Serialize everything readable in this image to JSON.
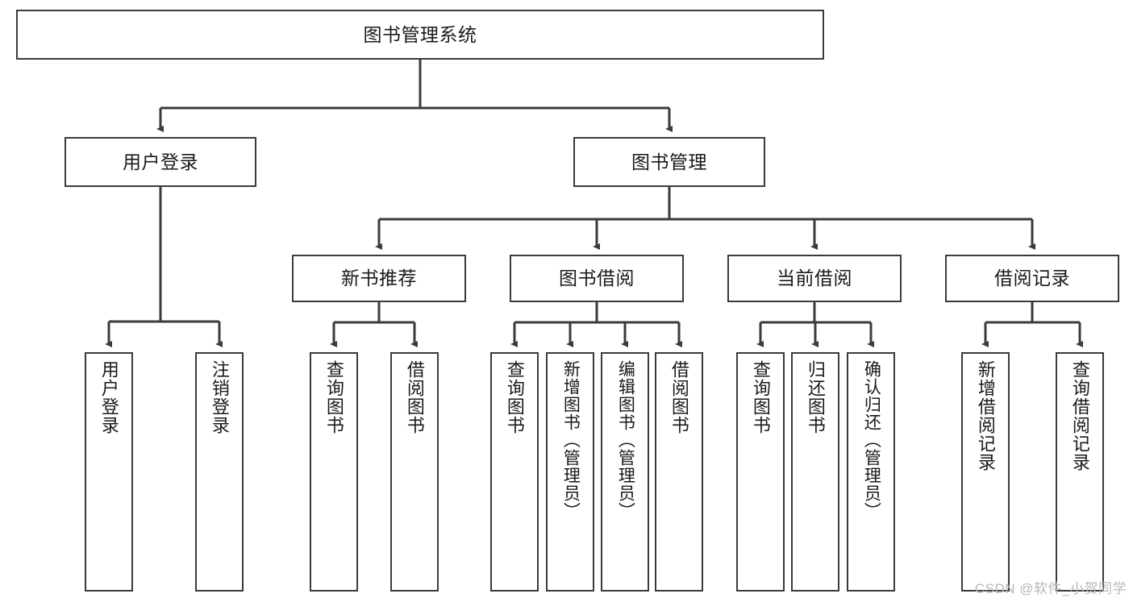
{
  "diagram": {
    "title": "图书管理系统",
    "type": "tree-hierarchy",
    "root": {
      "label": "图书管理系统"
    },
    "level2": [
      {
        "label": "用户登录"
      },
      {
        "label": "图书管理"
      }
    ],
    "level3": [
      {
        "label": "新书推荐"
      },
      {
        "label": "图书借阅"
      },
      {
        "label": "当前借阅"
      },
      {
        "label": "借阅记录"
      }
    ],
    "leaves": {
      "user_login": [
        {
          "label": "用户登录"
        },
        {
          "label": "注销登录"
        }
      ],
      "new_book_recommend": [
        {
          "label": "查询图书"
        },
        {
          "label": "借阅图书"
        }
      ],
      "book_borrow": [
        {
          "label": "查询图书"
        },
        {
          "label": "新增图书（管理员）"
        },
        {
          "label": "编辑图书（管理员）"
        },
        {
          "label": "借阅图书"
        }
      ],
      "current_borrow": [
        {
          "label": "查询图书"
        },
        {
          "label": "归还图书"
        },
        {
          "label": "确认归还（管理员）"
        }
      ],
      "borrow_record": [
        {
          "label": "新增借阅记录"
        },
        {
          "label": "查询借阅记录"
        }
      ]
    }
  },
  "watermark": {
    "text": "CSDN @软件_小贺同学"
  },
  "colors": {
    "stroke": "#3b3b3b",
    "background": "#ffffff",
    "text": "#1a1a1a",
    "watermark": "#b9b9b9"
  }
}
